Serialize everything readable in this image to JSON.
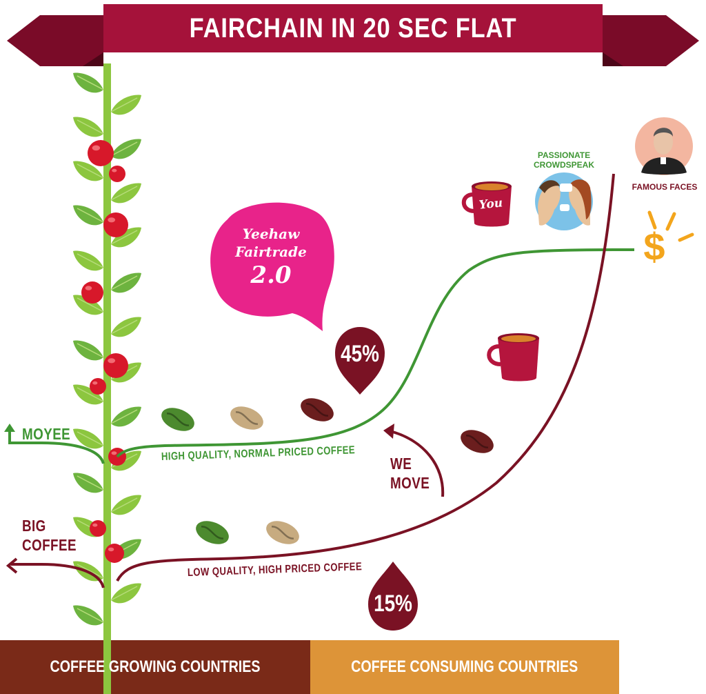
{
  "title": "FAIRCHAIN IN 20 SEC FLAT",
  "bubble": {
    "line1": "Yeehaw",
    "line2": "Fairtrade",
    "line3": "2.0"
  },
  "labels": {
    "moyee": "MOYEE",
    "big_coffee_line1": "BIG",
    "big_coffee_line2": "COFFEE",
    "high_quality": "HIGH QUALITY, NORMAL PRICED COFFEE",
    "low_quality": "LOW QUALITY, HIGH PRICED COFFEE",
    "we_move_line1": "WE",
    "we_move_line2": "MOVE",
    "passionate_line1": "PASSIONATE",
    "passionate_line2": "CROWDSPEAK",
    "famous_faces": "FAMOUS FACES",
    "you_cup": "You",
    "dollar": "$"
  },
  "percentages": {
    "green_chain": "45%",
    "big_coffee": "15%"
  },
  "bottom_bar": {
    "left": "COFFEE GROWING COUNTRIES",
    "right": "COFFEE CONSUMING COUNTRIES"
  },
  "colors": {
    "maroon": "#9e0f35",
    "green": "#3f9634",
    "dark_red": "#7a1224",
    "brown_bar": "#7a2a18",
    "orange_bar": "#dd9438",
    "pink": "#e8238a",
    "gold": "#f3a51c"
  }
}
